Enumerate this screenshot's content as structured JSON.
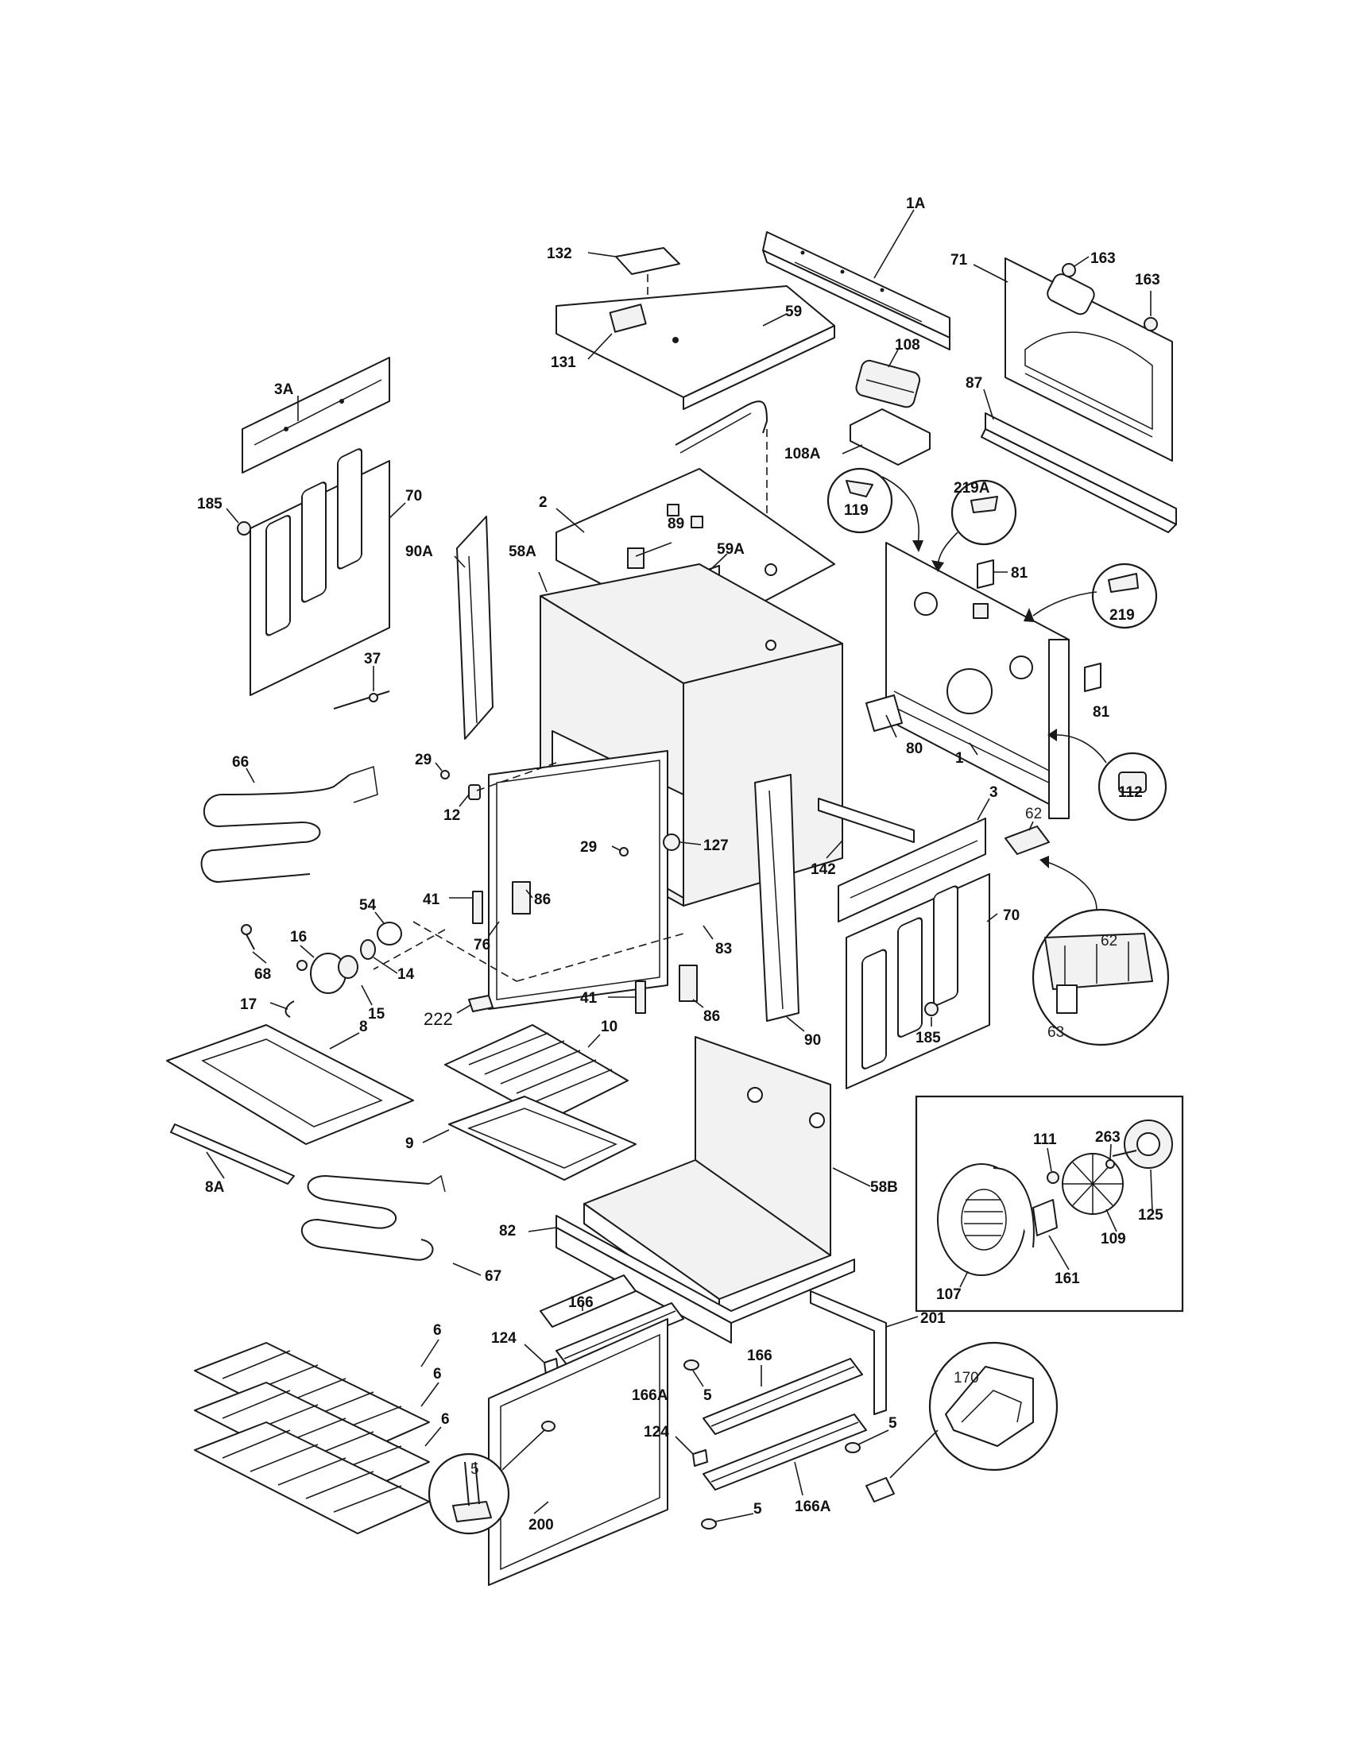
{
  "labels": {
    "l_1A": "1A",
    "l_132": "132",
    "l_163a": "163",
    "l_163b": "163",
    "l_71": "71",
    "l_131": "131",
    "l_108": "108",
    "l_59": "59",
    "l_87": "87",
    "l_3A": "3A",
    "l_108A": "108A",
    "l_2": "2",
    "l_119": "119",
    "l_219A": "219A",
    "l_185a": "185",
    "l_70a": "70",
    "l_89": "89",
    "l_90A": "90A",
    "l_58A": "58A",
    "l_59A": "59A",
    "l_81a": "81",
    "l_219": "219",
    "l_37": "37",
    "l_81b": "81",
    "l_29a": "29",
    "l_66": "66",
    "l_80": "80",
    "l_1": "1",
    "l_112": "112",
    "l_12": "12",
    "l_3": "3",
    "l_62a": "62",
    "l_29b": "29",
    "l_127": "127",
    "l_142": "142",
    "l_68": "68",
    "l_54": "54",
    "l_41a": "41",
    "l_86a": "86",
    "l_70b": "70",
    "l_16": "16",
    "l_62b": "62",
    "l_76": "76",
    "l_14": "14",
    "l_83": "83",
    "l_17": "17",
    "l_15": "15",
    "l_41b": "41",
    "l_86b": "86",
    "l_222": "222",
    "l_63": "63",
    "l_8": "8",
    "l_10": "10",
    "l_90": "90",
    "l_185b": "185",
    "l_9": "9",
    "l_263": "263",
    "l_111": "111",
    "l_125": "125",
    "l_8A": "8A",
    "l_58B": "58B",
    "l_109": "109",
    "l_82": "82",
    "l_161": "161",
    "l_67": "67",
    "l_107": "107",
    "l_166a": "166",
    "l_6a": "6",
    "l_201": "201",
    "l_124a": "124",
    "l_5a": "5",
    "l_166b": "166",
    "l_6b": "6",
    "l_170": "170",
    "l_166Aa": "166A",
    "l_6c": "6",
    "l_5b": "5",
    "l_124b": "124",
    "l_5c": "5",
    "l_200": "200",
    "l_166Ab": "166A",
    "l_5d": "5"
  }
}
